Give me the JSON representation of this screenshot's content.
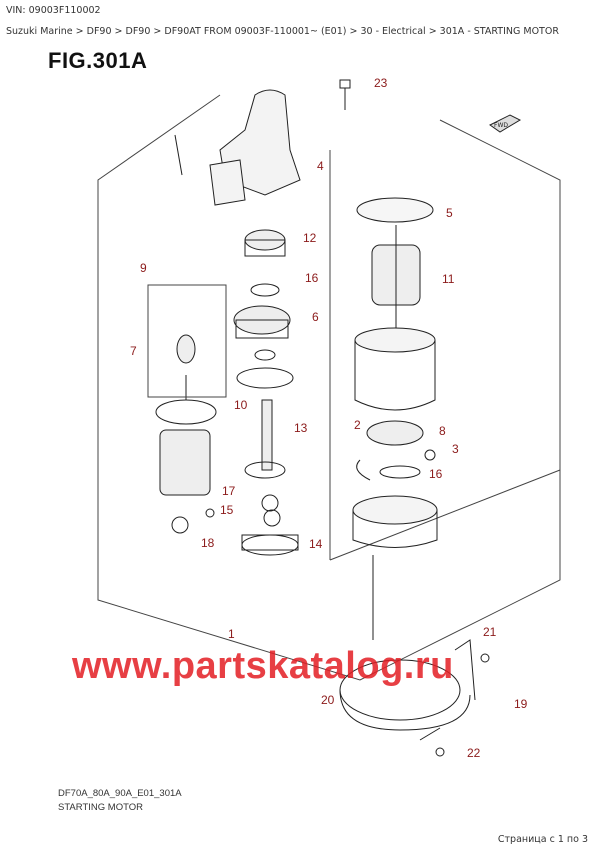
{
  "header": {
    "vin": "VIN: 09003F110002",
    "breadcrumb": "Suzuki Marine > DF90 > DF90 > DF90AT FROM 09003F-110001~ (E01) > 30 - Electrical > 301A - STARTING MOTOR"
  },
  "figure": {
    "title": "FIG.301A",
    "fwd_label": "FWD",
    "code": "DF70A_80A_90A_E01_301A",
    "caption": "STARTING MOTOR",
    "watermark": "www.partskatalog.ru",
    "callouts": [
      "23",
      "4",
      "5",
      "12",
      "9",
      "16",
      "11",
      "6",
      "7",
      "10",
      "13",
      "2",
      "8",
      "3",
      "16",
      "17",
      "15",
      "14",
      "18",
      "1",
      "21",
      "20",
      "19",
      "22"
    ],
    "callout_color": "#8b1a1a",
    "watermark_color": "#e31e24"
  },
  "footer": {
    "page": "Страница с 1 по 3"
  }
}
